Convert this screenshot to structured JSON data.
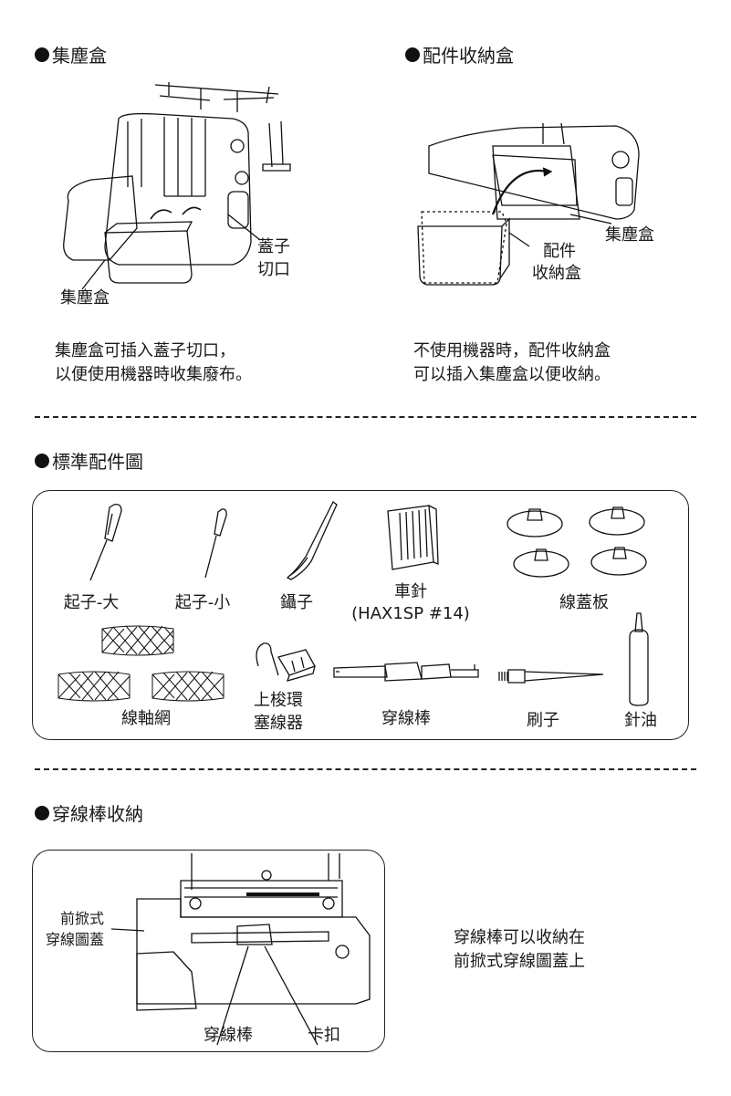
{
  "sections": {
    "dust_box": {
      "title": "集塵盒",
      "label_box": "集塵盒",
      "label_cut_1": "蓋子",
      "label_cut_2": "切口",
      "desc_1": "集塵盒可插入蓋子切口，",
      "desc_2": "以便使用機器時收集廢布。"
    },
    "accessory_box": {
      "title": "配件收納盒",
      "label_dust": "集塵盒",
      "label_acc_1": "配件",
      "label_acc_2": "收納盒",
      "desc_1": "不使用機器時，配件收納盒",
      "desc_2": "可以插入集塵盒以便收納。"
    },
    "standard_accessories": {
      "title": "標準配件圖",
      "items": {
        "screwdriver_large": "起子-大",
        "screwdriver_small": "起子-小",
        "tweezers": "鑷子",
        "needles_1": "車針",
        "needles_2": "(HAX1SP #14)",
        "spool_caps": "線蓋板",
        "spool_nets": "線軸網",
        "looper_threader_1": "上梭環",
        "looper_threader_2": "塞線器",
        "threading_rod": "穿線棒",
        "brush": "刷子",
        "oiler": "針油"
      }
    },
    "rod_storage": {
      "title": "穿線棒收納",
      "label_cover_1": "前掀式",
      "label_cover_2": "穿線圖蓋",
      "label_rod": "穿線棒",
      "label_clip": "卡扣",
      "desc_1": "穿線棒可以收納在",
      "desc_2": "前掀式穿線圖蓋上"
    }
  }
}
